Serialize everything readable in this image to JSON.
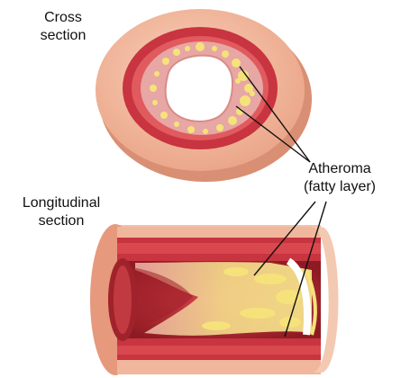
{
  "labels": {
    "cross_section": [
      "Cross",
      "section"
    ],
    "longitudinal_section": [
      "Longitudinal",
      "section"
    ],
    "atheroma": [
      "Atheroma",
      "(fatty layer)"
    ]
  },
  "colors": {
    "outer_wall": "#f2b598",
    "muscle_layer": "#c8343f",
    "lumen": "#ffffff",
    "plaque": "#f6e27a",
    "blood": "#b5252e",
    "leader_line": "#111111"
  }
}
